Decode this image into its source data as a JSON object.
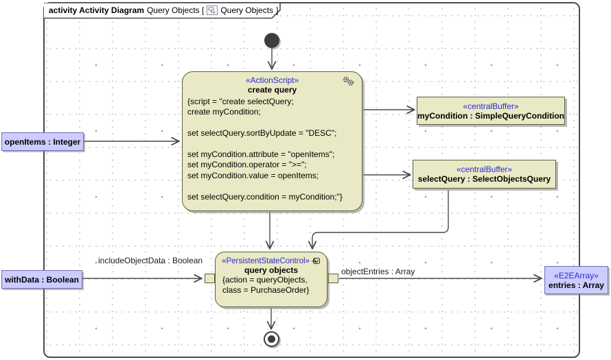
{
  "frame": {
    "keyword": "activity Activity Diagram",
    "context_name": "Query Objects [",
    "diagram_name": "Query Objects",
    "close_bracket": "]"
  },
  "nodes": {
    "action": {
      "stereotype": "«ActionScript»",
      "name": "create query",
      "script_lines": [
        "{script = \"create selectQuery;",
        "create myCondition;",
        "",
        "set selectQuery.sortByUpdate = \"DESC\";",
        "",
        "set myCondition.attribute = \"openItems\";",
        "set myCondition.operator = \">=\";",
        "set myCondition.value = openItems;",
        "",
        "set selectQuery.condition = myCondition;\"}"
      ]
    },
    "buffer_condition": {
      "stereotype": "«centralBuffer»",
      "name": "myCondition : SimpleQueryCondition"
    },
    "buffer_query": {
      "stereotype": "«centralBuffer»",
      "name": "selectQuery : SelectObjectsQuery"
    },
    "query_objects": {
      "stereotype": "«PersistentStateControl»",
      "name": "query objects",
      "body_lines": [
        "{action = queryObjects,",
        "class = PurchaseOrder}"
      ]
    },
    "param_open_items": {
      "label": "openItems : Integer"
    },
    "param_with_data": {
      "label": "withData : Boolean"
    },
    "param_entries": {
      "stereotype": "«E2EArray»",
      "name": "entries : Array"
    }
  },
  "edge_labels": {
    "include_object_data": "includeObjectData : Boolean",
    "object_entries": "objectEntries : Array"
  },
  "colors": {
    "node_fill": "#e9e9c5",
    "node_border": "#5c5c42",
    "param_fill": "#ccccff",
    "param_border": "#6f6fb5",
    "stereotype_text": "#2b2bd4",
    "frame_border": "#4a4a4a",
    "connector": "#4a4a4a"
  }
}
